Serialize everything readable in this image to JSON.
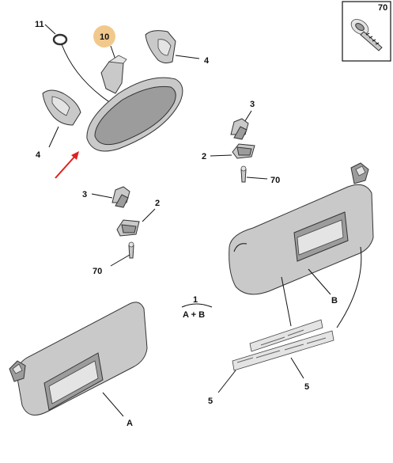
{
  "labels": {
    "part_11": "11",
    "part_10": "10",
    "part_4_right": "4",
    "part_4_left": "4",
    "part_70_inset": "70",
    "part_3_upper": "3",
    "part_2_upper": "2",
    "part_70_upper": "70",
    "part_3_lower": "3",
    "part_2_lower": "2",
    "part_70_lower": "70",
    "part_1": "1",
    "part_1_variants": "A + B",
    "variant_b": "B",
    "variant_a": "A",
    "part_5_left": "5",
    "part_5_right": "5"
  },
  "colors": {
    "highlight_circle": "#f2c98c",
    "arrow": "#e02020",
    "part_fill": "#c9c9c9"
  }
}
